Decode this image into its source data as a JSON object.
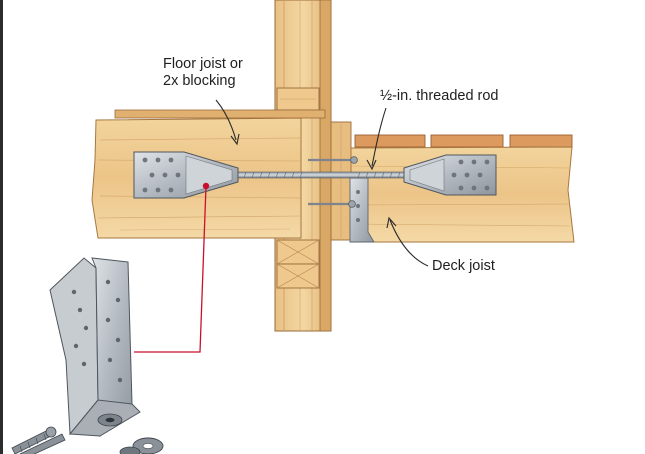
{
  "labels": {
    "floor_joist_line1": "Floor joist or",
    "floor_joist_line2": "2x blocking",
    "threaded_rod": "½-in. threaded rod",
    "deck_joist": "Deck joist"
  },
  "colors": {
    "wood_light": "#f0cf96",
    "wood_mid": "#e3b577",
    "wood_dark": "#c98f52",
    "metal": "#b9bec4",
    "leader_red": "#c8102e"
  }
}
